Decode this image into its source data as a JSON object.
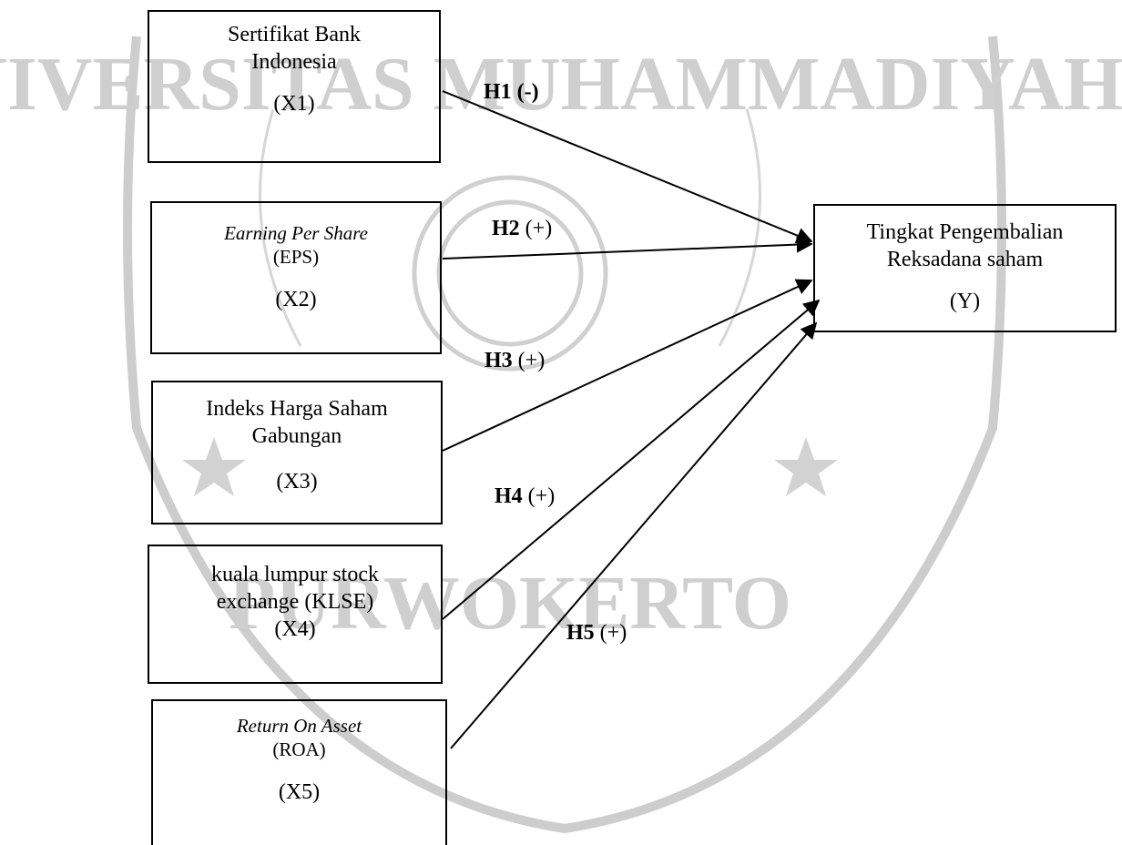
{
  "watermark": {
    "arc_top": "UNIVERSITAS MUHAMMADIYAH",
    "arc_bottom": "PURWOKERTO"
  },
  "variables": {
    "x1": {
      "name_lines": [
        "Sertifikat Bank",
        "Indonesia"
      ],
      "code": "(X1)"
    },
    "x2": {
      "name_italic": "Earning Per Share",
      "abbr": "(EPS)",
      "code": "(X2)"
    },
    "x3": {
      "name_lines": [
        "Indeks Harga Saham",
        "Gabungan"
      ],
      "code": "(X3)"
    },
    "x4": {
      "name_lines": [
        "kuala lumpur stock",
        "exchange (KLSE)"
      ],
      "code": "(X4)"
    },
    "x5": {
      "name_italic": "Return On Asset",
      "abbr": "(ROA)",
      "code": "(X5)"
    },
    "y": {
      "name_lines": [
        "Tingkat Pengembalian",
        "Reksadana saham"
      ],
      "code": "(Y)"
    }
  },
  "hypotheses": [
    {
      "id": "H1",
      "sign": "(-)"
    },
    {
      "id": "H2",
      "sign": "(+)"
    },
    {
      "id": "H3",
      "sign": "(+)"
    },
    {
      "id": "H4",
      "sign": "(+)"
    },
    {
      "id": "H5",
      "sign": "(+)"
    }
  ]
}
